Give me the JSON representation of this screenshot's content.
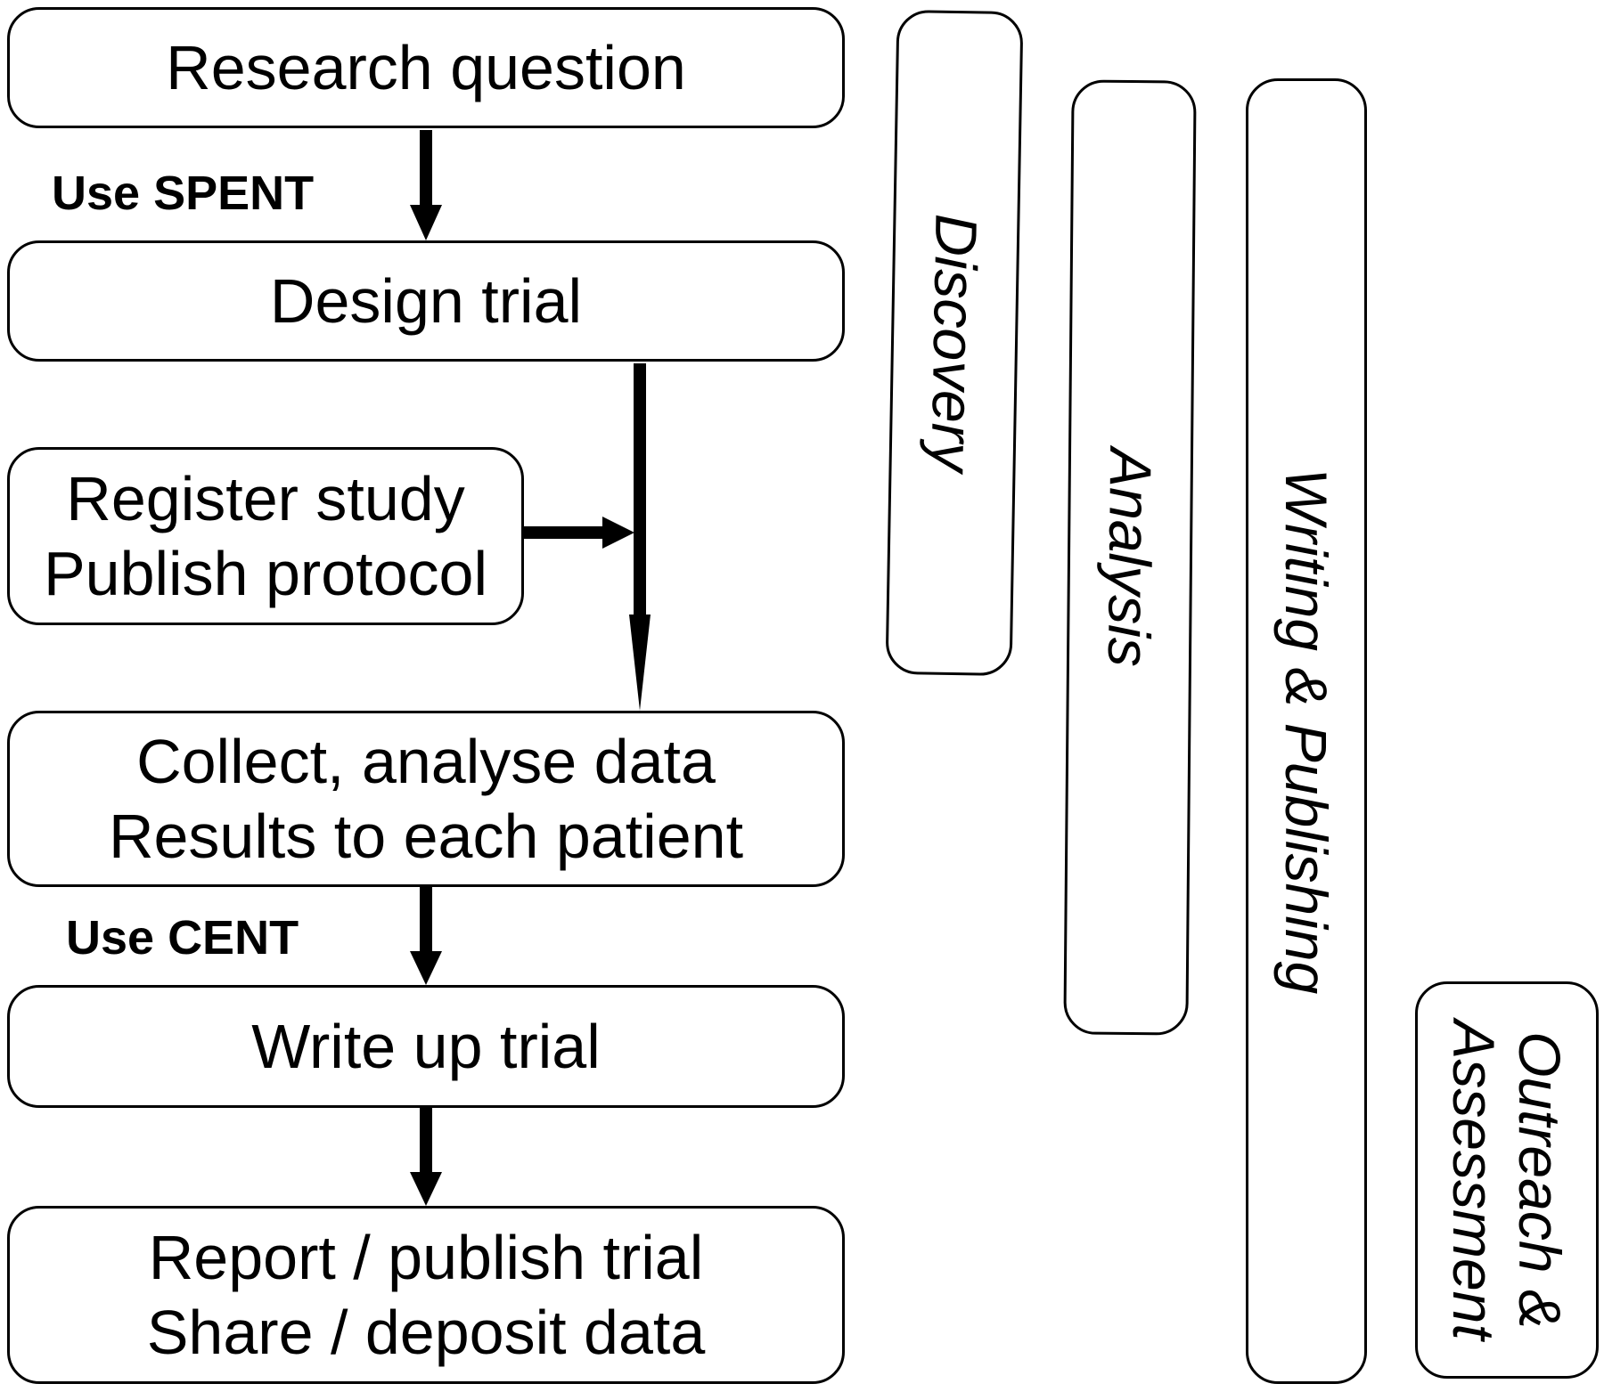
{
  "steps": {
    "research_question": "Research question",
    "design_trial": "Design trial",
    "register": [
      "Register study",
      "Publish protocol"
    ],
    "collect": [
      "Collect, analyse data",
      "Results to each patient"
    ],
    "write_up": "Write up trial",
    "report": [
      "Report / publish trial",
      "Share / deposit data"
    ]
  },
  "labels": {
    "spent": "Use SPENT",
    "cent": "Use CENT"
  },
  "phases": {
    "discovery": "Discovery",
    "analysis": "Analysis",
    "writing": "Writing & Publishing",
    "outreach": [
      "Outreach &",
      "Assessment"
    ]
  }
}
